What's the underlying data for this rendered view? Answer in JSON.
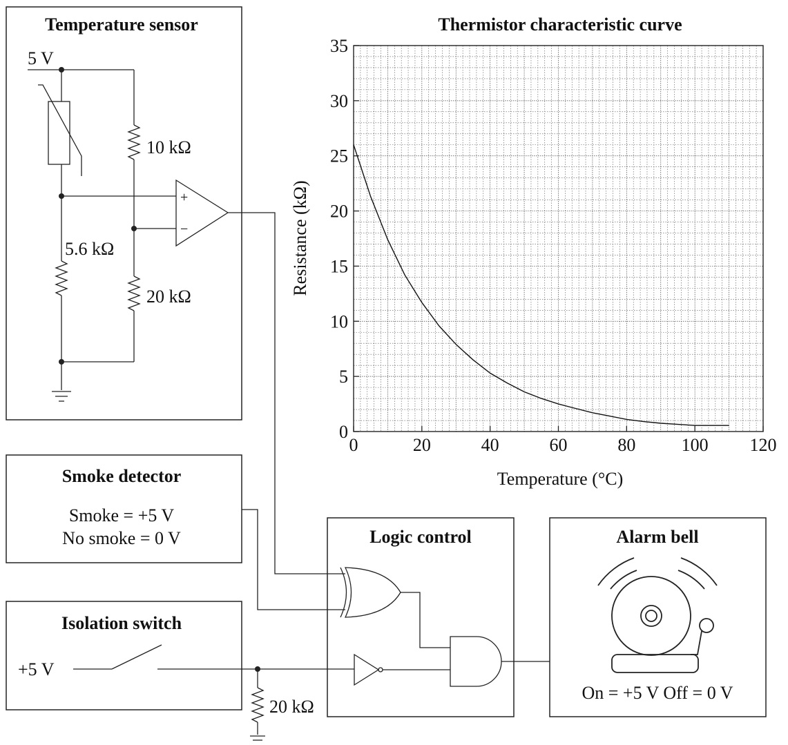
{
  "temperature_sensor": {
    "title": "Temperature sensor",
    "supply_label": "5 V",
    "r_top_label": "10 kΩ",
    "r_left_label": "5.6 kΩ",
    "r_bottom_label": "20 kΩ",
    "plus_label": "+",
    "minus_label": "−"
  },
  "smoke_detector": {
    "title": "Smoke detector",
    "line1": "Smoke = +5 V",
    "line2": "No smoke = 0 V"
  },
  "isolation_switch": {
    "title": "Isolation switch",
    "supply_label": "+5 V",
    "pulldown_label": "20 kΩ"
  },
  "logic_control": {
    "title": "Logic control"
  },
  "alarm_bell": {
    "title": "Alarm bell",
    "state_label": "On = +5 V  Off = 0 V"
  },
  "chart_data": {
    "type": "line",
    "title": "Thermistor characteristic curve",
    "xlabel": "Temperature (°C)",
    "ylabel": "Resistance (kΩ)",
    "xlim": [
      0,
      120
    ],
    "ylim": [
      0,
      35
    ],
    "xticks": [
      0,
      20,
      40,
      60,
      80,
      100,
      120
    ],
    "yticks": [
      0,
      5,
      10,
      15,
      20,
      25,
      30,
      35
    ],
    "grid": true,
    "series": [
      {
        "x": [
          0,
          5,
          10,
          15,
          20,
          25,
          30,
          35,
          40,
          45,
          50,
          55,
          60,
          65,
          70,
          75,
          80,
          85,
          90,
          95,
          100,
          105,
          110
        ],
        "y": [
          26,
          21.3,
          17.4,
          14.2,
          11.7,
          9.6,
          7.9,
          6.5,
          5.3,
          4.4,
          3.6,
          3.0,
          2.5,
          2.1,
          1.7,
          1.4,
          1.1,
          0.9,
          0.75,
          0.65,
          0.55,
          0.55,
          0.55
        ]
      }
    ]
  }
}
